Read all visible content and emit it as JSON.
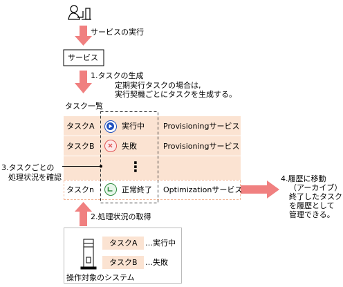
{
  "flow": {
    "step_execute_label": "サービスの実行",
    "service_box_label": "サービス",
    "step1_label": "1.タスクの生成",
    "step1_note_line1": "定期実行タスクの場合は,",
    "step1_note_line2": "実行契機ごとにタスクを生成する。",
    "step2_label": "2.処理状況の取得",
    "step3_line1": "3.タスクごとの",
    "step3_line2": "処理状況を確認",
    "step4_lines": [
      "4.履歴に移動",
      "（アーカイブ）",
      "終了したタスク",
      "を履歴として",
      "管理できる。"
    ]
  },
  "task_list": {
    "title": "タスク一覧",
    "rows": [
      {
        "name": "タスクA",
        "status": "実行中",
        "status_icon": "play-icon",
        "service": "Provisioningサービス"
      },
      {
        "name": "タスクB",
        "status": "失敗",
        "status_icon": "cross-icon",
        "service": "Provisioningサービス"
      },
      {
        "name": "",
        "status": "⋮",
        "status_icon": "",
        "service": ""
      },
      {
        "name": "タスクn",
        "status": "正常終了",
        "status_icon": "check-icon",
        "service": "Optimizationサービス"
      }
    ]
  },
  "system": {
    "label": "操作対象のシステム",
    "tasks": [
      {
        "name": "タスクA",
        "status": "…実行中"
      },
      {
        "name": "タスクB",
        "status": "…失敗"
      }
    ]
  },
  "colors": {
    "arrow": "#f08080",
    "row_bg": "#fbe3d2",
    "running_icon": "#1f4fbf",
    "failed_icon": "#e05555",
    "done_icon": "#2e8b3e",
    "dashed_border": "#333333"
  }
}
